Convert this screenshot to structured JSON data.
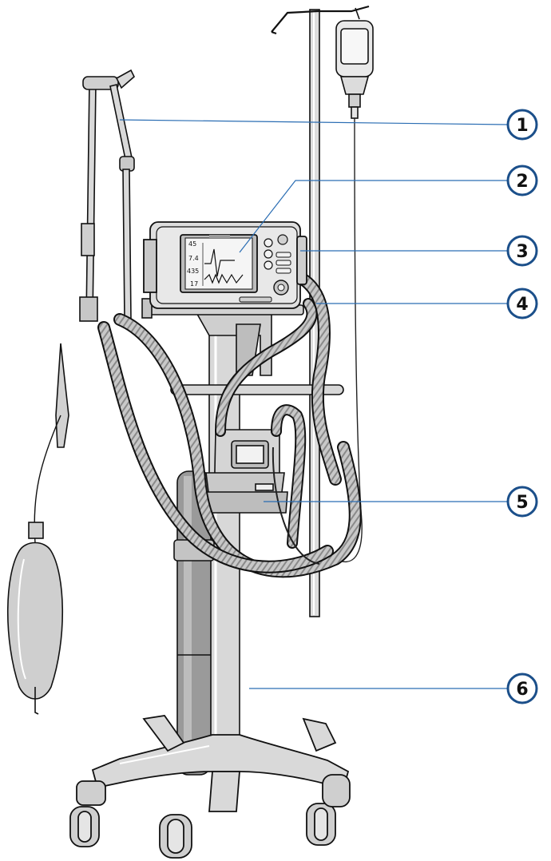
{
  "callouts": [
    {
      "label": "1"
    },
    {
      "label": "2"
    },
    {
      "label": "3"
    },
    {
      "label": "4"
    },
    {
      "label": "5"
    },
    {
      "label": "6"
    }
  ],
  "screen_readouts": [
    {
      "text": "45"
    },
    {
      "text": "7.4"
    },
    {
      "text": "435"
    },
    {
      "text": "17"
    }
  ],
  "colors": {
    "callout": "#1b4f8a",
    "leader": "#2a6db3",
    "line": "#111111",
    "tube": "#b9b9b9",
    "metal": "#d5d5d5",
    "shadow": "#8f8f8f"
  }
}
